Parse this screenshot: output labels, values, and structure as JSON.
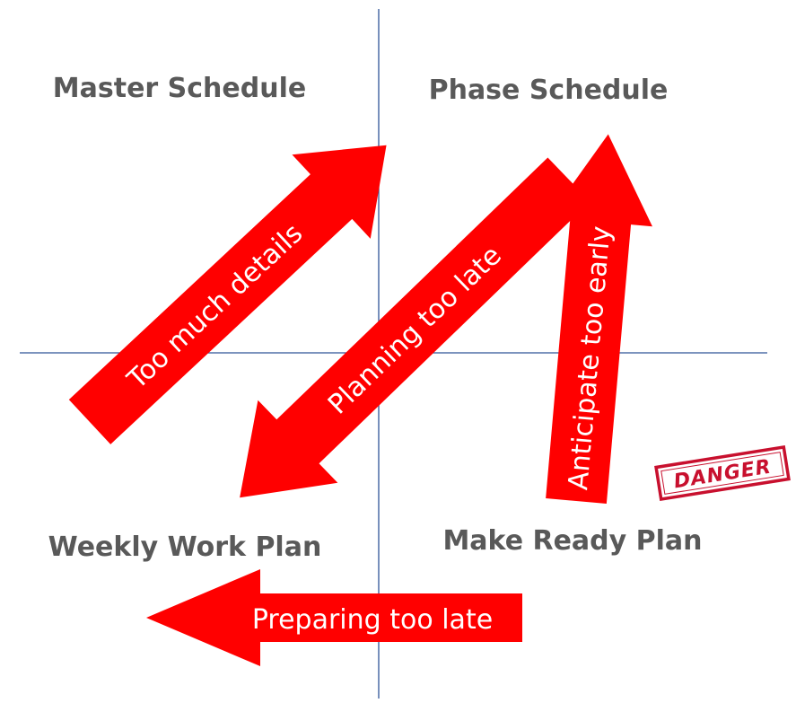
{
  "quadrants": {
    "top_left": "Master Schedule",
    "top_right": "Phase Schedule",
    "bottom_left": "Weekly Work Plan",
    "bottom_right": "Make Ready Plan"
  },
  "arrows": {
    "too_much_details": "Too much details",
    "planning_too_late": "Planning too late",
    "anticipate_too_early": "Anticipate too early",
    "preparing_too_late": "Preparing too late"
  },
  "stamp": "DANGER",
  "colors": {
    "arrow": "#ff0000",
    "axis": "#2f5597",
    "label": "#595959",
    "stamp": "#c8102e"
  }
}
